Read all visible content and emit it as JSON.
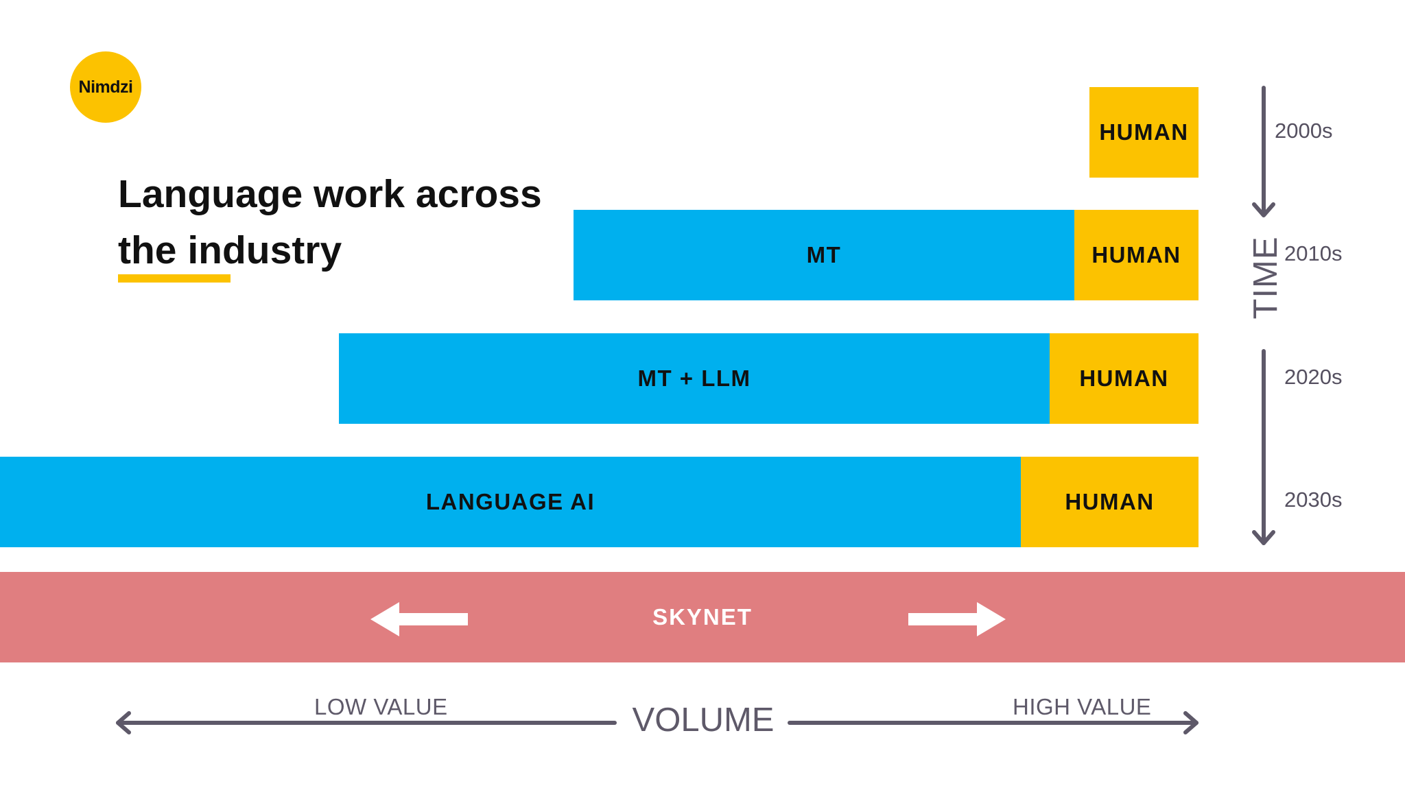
{
  "logo": {
    "text": "Nimdzi"
  },
  "title": {
    "line1": "Language work across",
    "line2": "the industry"
  },
  "rows": [
    {
      "decade": "2000s",
      "segments": [
        {
          "label": "HUMAN",
          "kind": "human"
        }
      ]
    },
    {
      "decade": "2010s",
      "segments": [
        {
          "label": "MT",
          "kind": "machine"
        },
        {
          "label": "HUMAN",
          "kind": "human"
        }
      ]
    },
    {
      "decade": "2020s",
      "segments": [
        {
          "label": "MT + LLM",
          "kind": "machine"
        },
        {
          "label": "HUMAN",
          "kind": "human"
        }
      ]
    },
    {
      "decade": "2030s",
      "segments": [
        {
          "label": "LANGUAGE AI",
          "kind": "machine"
        },
        {
          "label": "HUMAN",
          "kind": "human"
        }
      ]
    }
  ],
  "skynet": {
    "label": "SKYNET"
  },
  "time_axis": {
    "label": "TIME"
  },
  "volume_axis": {
    "label": "VOLUME",
    "low": "LOW VALUE",
    "high": "HIGH VALUE"
  },
  "colors": {
    "machine": "#00B0EE",
    "human": "#FCC200",
    "skynet": "#E07E80",
    "axis": "#5E5969"
  }
}
